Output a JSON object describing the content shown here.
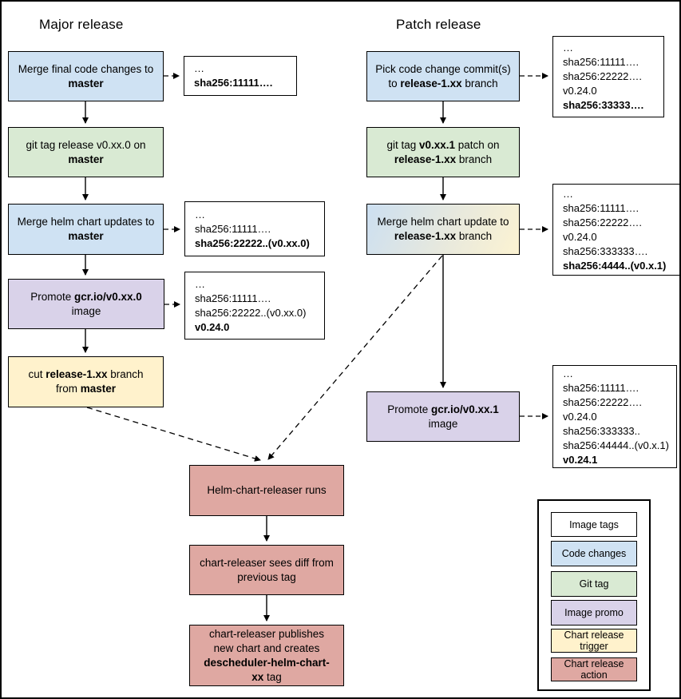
{
  "titles": {
    "major": "Major release",
    "patch": "Patch release"
  },
  "colors": {
    "image_tags": "#ffffff",
    "code_changes": "#cfe2f3",
    "git_tag": "#d9ead3",
    "image_promo": "#d9d2e9",
    "chart_release_trigger": "#fff2cc",
    "chart_release_action": "#dfa8a2"
  },
  "major_flow": {
    "step1": {
      "segments": [
        {
          "text": "Merge final code changes to "
        },
        {
          "text": "master",
          "bold": true
        }
      ]
    },
    "step2": {
      "segments": [
        {
          "text": "git tag release v0.xx.0 on "
        },
        {
          "text": "master",
          "bold": true
        }
      ]
    },
    "step3": {
      "segments": [
        {
          "text": "Merge helm chart updates to "
        },
        {
          "text": "master",
          "bold": true
        }
      ]
    },
    "step4": {
      "segments": [
        {
          "text": "Promote "
        },
        {
          "text": "gcr.io/v0.xx.0",
          "bold": true
        },
        {
          "text": " image"
        }
      ]
    },
    "step5": {
      "segments": [
        {
          "text": "cut "
        },
        {
          "text": "release-1.xx",
          "bold": true
        },
        {
          "text": " branch from "
        },
        {
          "text": "master",
          "bold": true
        }
      ]
    }
  },
  "major_tags": {
    "tag1": {
      "lines": [
        {
          "text": "…"
        },
        {
          "text": "sha256:11111….",
          "bold": true
        }
      ]
    },
    "tag2": {
      "lines": [
        {
          "text": "…"
        },
        {
          "text": "sha256:11111…."
        },
        {
          "text": "sha256:22222..(v0.xx.0)",
          "bold": true
        }
      ]
    },
    "tag3": {
      "lines": [
        {
          "text": "…"
        },
        {
          "text": "sha256:11111…."
        },
        {
          "text": "sha256:22222..(v0.xx.0)"
        },
        {
          "text": "v0.24.0",
          "bold": true
        }
      ]
    }
  },
  "patch_flow": {
    "step1": {
      "segments": [
        {
          "text": "Pick code change commit(s) to "
        },
        {
          "text": "release-1.xx",
          "bold": true
        },
        {
          "text": " branch"
        }
      ]
    },
    "step2": {
      "segments": [
        {
          "text": "git tag "
        },
        {
          "text": "v0.xx.1",
          "bold": true
        },
        {
          "text": " patch on "
        },
        {
          "text": "release-1.xx",
          "bold": true
        },
        {
          "text": " branch"
        }
      ]
    },
    "step3": {
      "segments": [
        {
          "text": "Merge helm chart update to "
        },
        {
          "text": "release-1.xx",
          "bold": true
        },
        {
          "text": " branch"
        }
      ]
    },
    "step4": {
      "segments": [
        {
          "text": "Promote "
        },
        {
          "text": "gcr.io/v0.xx.1",
          "bold": true
        },
        {
          "text": " image"
        }
      ]
    }
  },
  "patch_tags": {
    "tag1": {
      "lines": [
        {
          "text": "…"
        },
        {
          "text": "sha256:11111…."
        },
        {
          "text": "sha256:22222…."
        },
        {
          "text": "v0.24.0"
        },
        {
          "text": "sha256:33333….",
          "bold": true
        }
      ]
    },
    "tag2": {
      "lines": [
        {
          "text": "…"
        },
        {
          "text": "sha256:11111…."
        },
        {
          "text": "sha256:22222…."
        },
        {
          "text": "v0.24.0"
        },
        {
          "text": "sha256:333333…."
        },
        {
          "text": "sha256:4444..(v0.x.1)",
          "bold": true
        }
      ]
    },
    "tag3": {
      "lines": [
        {
          "text": "…"
        },
        {
          "text": "sha256:11111…."
        },
        {
          "text": "sha256:22222…."
        },
        {
          "text": "v0.24.0"
        },
        {
          "text": "sha256:333333.."
        },
        {
          "text": "sha256:44444..(v0.x.1)"
        },
        {
          "text": "v0.24.1",
          "bold": true
        }
      ]
    }
  },
  "release_flow": {
    "step1": {
      "segments": [
        {
          "text": "Helm-chart-releaser runs"
        }
      ]
    },
    "step2": {
      "segments": [
        {
          "text": "chart-releaser sees diff from previous tag"
        }
      ]
    },
    "step3": {
      "segments": [
        {
          "text": "chart-releaser publishes new chart and creates "
        },
        {
          "text": "descheduler-helm-chart-xx",
          "bold": true
        },
        {
          "text": " tag"
        }
      ]
    }
  },
  "legend": {
    "items": [
      {
        "label": "Image tags",
        "key": "image_tags"
      },
      {
        "label": "Code changes",
        "key": "code_changes"
      },
      {
        "label": "Git tag",
        "key": "git_tag"
      },
      {
        "label": "Image promo",
        "key": "image_promo"
      },
      {
        "label": "Chart release trigger",
        "key": "chart_release_trigger"
      },
      {
        "label": "Chart release action",
        "key": "chart_release_action"
      }
    ]
  }
}
